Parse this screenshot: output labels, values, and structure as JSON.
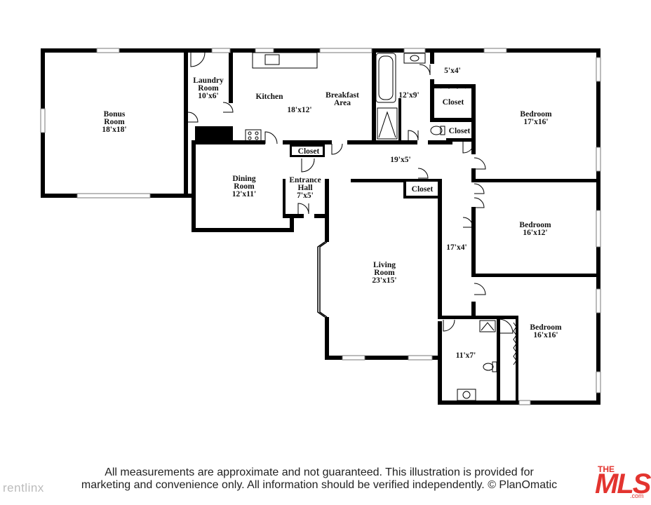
{
  "rooms": [
    {
      "id": "bonus-room",
      "name_lines": [
        "Bonus",
        "Room"
      ],
      "dim": "18'x18'"
    },
    {
      "id": "laundry-room",
      "name_lines": [
        "Laundry",
        "Room"
      ],
      "dim": "10'x6'"
    },
    {
      "id": "kitchen",
      "name_lines": [
        "Kitchen"
      ],
      "dim": "18'x12'"
    },
    {
      "id": "breakfast-area",
      "name_lines": [
        "Breakfast",
        "Area"
      ],
      "dim": ""
    },
    {
      "id": "bath-1",
      "name_lines": [],
      "dim": "12'x9'"
    },
    {
      "id": "hall-closet-area",
      "name_lines": [],
      "dim": "5'x4'"
    },
    {
      "id": "closet-1",
      "name_lines": [
        "Closet"
      ],
      "dim": ""
    },
    {
      "id": "closet-2",
      "name_lines": [
        "Closet"
      ],
      "dim": ""
    },
    {
      "id": "bedroom-1",
      "name_lines": [
        "Bedroom"
      ],
      "dim": "17'x16'"
    },
    {
      "id": "closet-3",
      "name_lines": [
        "Closet"
      ],
      "dim": ""
    },
    {
      "id": "hallway",
      "name_lines": [],
      "dim": "19'x5'"
    },
    {
      "id": "dining-room",
      "name_lines": [
        "Dining",
        "Room"
      ],
      "dim": "12'x11'"
    },
    {
      "id": "entrance-hall",
      "name_lines": [
        "Entrance",
        "Hall"
      ],
      "dim": "7'x5'"
    },
    {
      "id": "closet-4",
      "name_lines": [
        "Closet"
      ],
      "dim": ""
    },
    {
      "id": "bedroom-2",
      "name_lines": [
        "Bedroom"
      ],
      "dim": "16'x12'"
    },
    {
      "id": "corridor",
      "name_lines": [],
      "dim": "17'x4'"
    },
    {
      "id": "living-room",
      "name_lines": [
        "Living",
        "Room"
      ],
      "dim": "23'x15'"
    },
    {
      "id": "bedroom-3",
      "name_lines": [
        "Bedroom"
      ],
      "dim": "16'x16'"
    },
    {
      "id": "bath-2",
      "name_lines": [],
      "dim": "11'x7'"
    }
  ],
  "disclaimer": {
    "line1": "All measurements are approximate and not guaranteed. This illustration is provided for",
    "line2": "marketing and convenience only. All information should be verified independently. © PlanOmatic"
  },
  "watermark": "rentlinx",
  "logo": {
    "the": "THE",
    "main": "MLS",
    "suffix": ".com"
  },
  "colors": {
    "wall": "#000000",
    "window": "#9a9a9a",
    "logo": "#e3342f"
  }
}
